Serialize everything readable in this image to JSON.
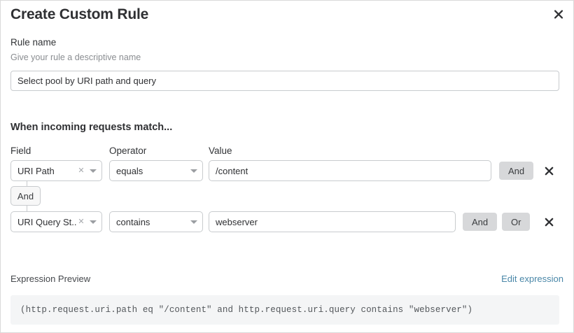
{
  "dialog": {
    "title": "Create Custom Rule",
    "close_icon": "close-icon"
  },
  "rule_name": {
    "label": "Rule name",
    "help": "Give your rule a descriptive name",
    "value": "Select pool by URI path and query",
    "placeholder": "Select pool by URI path and query"
  },
  "match_section": {
    "heading": "When incoming requests match...",
    "columns": {
      "field": "Field",
      "operator": "Operator",
      "value": "Value"
    },
    "connector_label": "And",
    "rows": [
      {
        "field": "URI Path",
        "operator": "equals",
        "value": "/content",
        "and_label": "And",
        "or_label": null,
        "clear_icon": "clear-icon",
        "caret_icon": "chevron-down-icon",
        "remove_icon": "remove-icon"
      },
      {
        "field": "URI Query St...",
        "operator": "contains",
        "value": "webserver",
        "and_label": "And",
        "or_label": "Or",
        "clear_icon": "clear-icon",
        "caret_icon": "chevron-down-icon",
        "remove_icon": "remove-icon"
      }
    ]
  },
  "expression": {
    "label": "Expression Preview",
    "edit_link": "Edit expression",
    "text": "(http.request.uri.path eq \"/content\" and http.request.uri.query contains \"webserver\")"
  },
  "colors": {
    "accent_link": "#4a87a8",
    "button_bg": "#d7d8da",
    "border": "#c8cbce",
    "preview_bg": "#f4f5f6",
    "text": "#2f3033",
    "muted_text": "#8a8d91"
  }
}
